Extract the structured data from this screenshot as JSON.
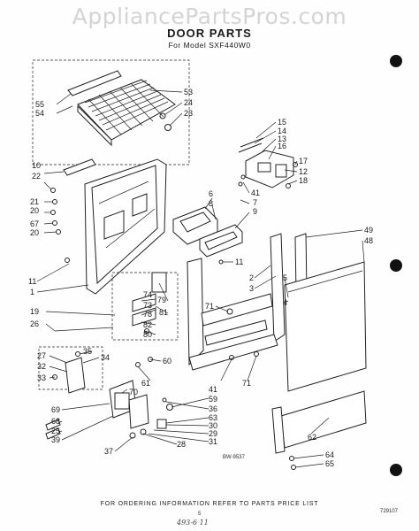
{
  "watermark": "AppliancePartsPros.com",
  "title": "DOOR PARTS",
  "subtitle": "For Model SXF440W0",
  "diagram_code": "BW-9537",
  "footer": "FOR ORDERING INFORMATION REFER TO PARTS PRICE LIST",
  "page_code": "729107",
  "page_mark": "5",
  "handwritten": "493-6 11",
  "callouts": [
    {
      "id": "c55",
      "text": "55"
    },
    {
      "id": "c54",
      "text": "54"
    },
    {
      "id": "c53",
      "text": "53"
    },
    {
      "id": "c24",
      "text": "24"
    },
    {
      "id": "c23",
      "text": "23"
    },
    {
      "id": "c15",
      "text": "15"
    },
    {
      "id": "c14",
      "text": "14"
    },
    {
      "id": "c13",
      "text": "13"
    },
    {
      "id": "c16",
      "text": "16"
    },
    {
      "id": "c17",
      "text": "17"
    },
    {
      "id": "c12",
      "text": "12"
    },
    {
      "id": "c18",
      "text": "18"
    },
    {
      "id": "c10",
      "text": "10"
    },
    {
      "id": "c22",
      "text": "22"
    },
    {
      "id": "c21",
      "text": "21"
    },
    {
      "id": "c20a",
      "text": "20"
    },
    {
      "id": "c67",
      "text": "67"
    },
    {
      "id": "c20b",
      "text": "20"
    },
    {
      "id": "c6",
      "text": "6"
    },
    {
      "id": "c8",
      "text": "8"
    },
    {
      "id": "c41a",
      "text": "41"
    },
    {
      "id": "c7",
      "text": "7"
    },
    {
      "id": "c9",
      "text": "9"
    },
    {
      "id": "c49",
      "text": "49"
    },
    {
      "id": "c48",
      "text": "48"
    },
    {
      "id": "c11a",
      "text": "11"
    },
    {
      "id": "c11b",
      "text": "11"
    },
    {
      "id": "c1",
      "text": "1"
    },
    {
      "id": "c2",
      "text": "2"
    },
    {
      "id": "c3",
      "text": "3"
    },
    {
      "id": "c5",
      "text": "5"
    },
    {
      "id": "c4",
      "text": "4"
    },
    {
      "id": "c74",
      "text": "74"
    },
    {
      "id": "c73",
      "text": "73"
    },
    {
      "id": "c79",
      "text": "79"
    },
    {
      "id": "c78",
      "text": "78"
    },
    {
      "id": "c81",
      "text": "81"
    },
    {
      "id": "c82",
      "text": "82"
    },
    {
      "id": "c80",
      "text": "80"
    },
    {
      "id": "c71a",
      "text": "71"
    },
    {
      "id": "c19",
      "text": "19"
    },
    {
      "id": "c26",
      "text": "26"
    },
    {
      "id": "c27",
      "text": "27"
    },
    {
      "id": "c35",
      "text": "35"
    },
    {
      "id": "c34",
      "text": "34"
    },
    {
      "id": "c32",
      "text": "32"
    },
    {
      "id": "c33",
      "text": "33"
    },
    {
      "id": "c60",
      "text": "60"
    },
    {
      "id": "c61",
      "text": "61"
    },
    {
      "id": "c70",
      "text": "70"
    },
    {
      "id": "c41b",
      "text": "41"
    },
    {
      "id": "c71b",
      "text": "71"
    },
    {
      "id": "c59",
      "text": "59"
    },
    {
      "id": "c36",
      "text": "36"
    },
    {
      "id": "c63",
      "text": "63"
    },
    {
      "id": "c30",
      "text": "30"
    },
    {
      "id": "c29",
      "text": "29"
    },
    {
      "id": "c31",
      "text": "31"
    },
    {
      "id": "c69",
      "text": "69"
    },
    {
      "id": "c68",
      "text": "68"
    },
    {
      "id": "c25",
      "text": "25"
    },
    {
      "id": "c39",
      "text": "39"
    },
    {
      "id": "c37",
      "text": "37"
    },
    {
      "id": "c28",
      "text": "28"
    },
    {
      "id": "c62",
      "text": "62"
    },
    {
      "id": "c64",
      "text": "64"
    },
    {
      "id": "c65",
      "text": "65"
    }
  ]
}
